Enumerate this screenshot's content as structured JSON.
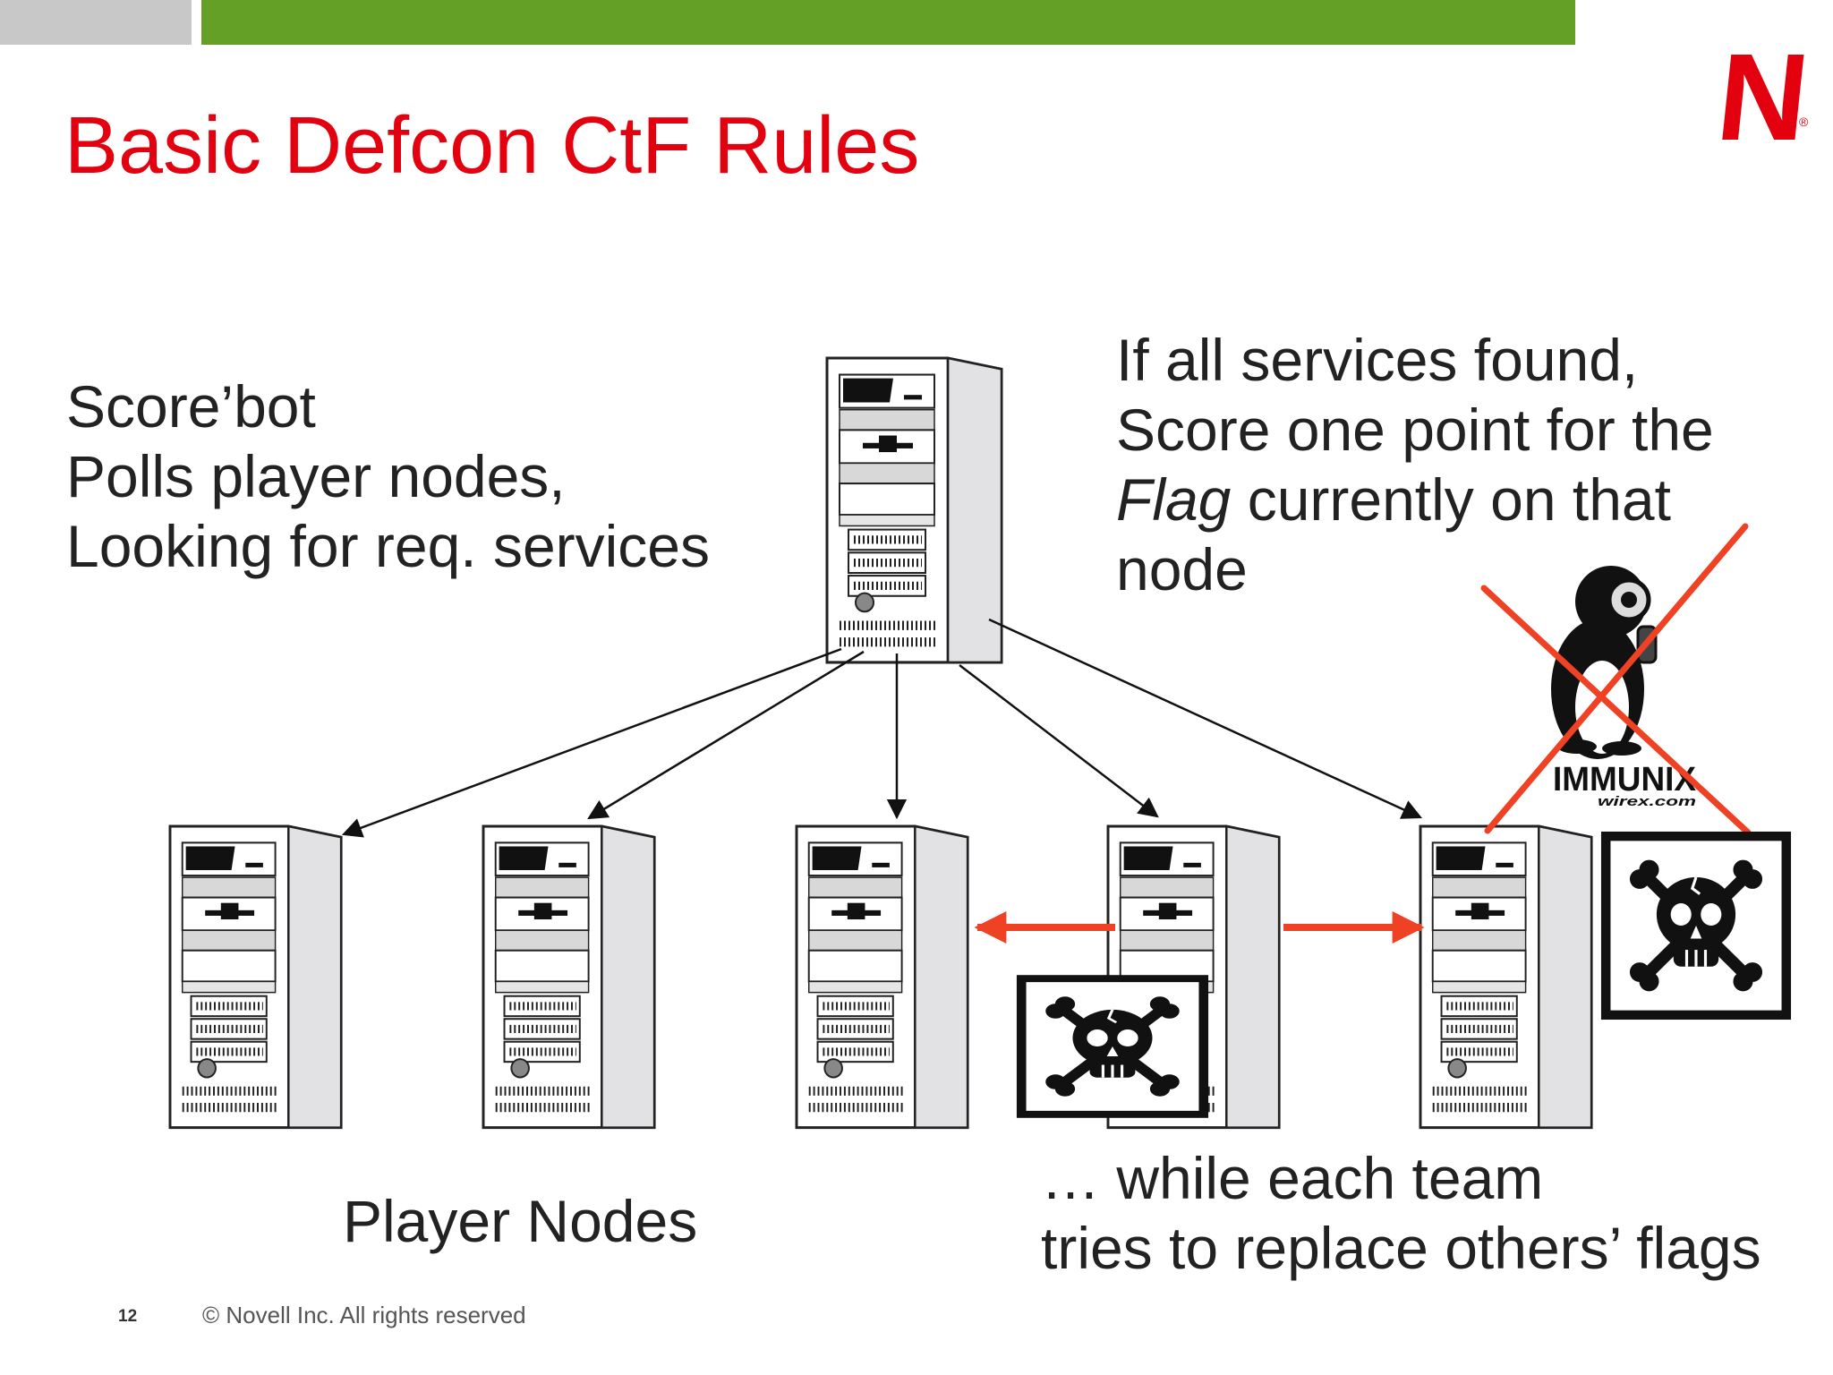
{
  "slide": {
    "title": "Basic Defcon CtF Rules",
    "logo": "N",
    "logo_mark": "®",
    "page_number": "12",
    "copyright": "© Novell Inc.  All rights reserved"
  },
  "scorebot": {
    "lines": [
      "Score’bot",
      "Polls player nodes,",
      "Looking for req. services"
    ]
  },
  "scoring": {
    "line1": "If all services found,",
    "line2": "Score one point for the",
    "line3_italic": "Flag",
    "line3_rest": " currently on that",
    "line4": "node"
  },
  "attack": {
    "lines": [
      "… while each team",
      "tries to replace others’ flags"
    ]
  },
  "player_nodes_label": "Player Nodes",
  "immunix": {
    "name": "IMMUNIX",
    "url": "wirex.com"
  },
  "colors": {
    "title_red": "#e3000f",
    "bar_green": "#65a026",
    "bar_gray": "#c8c8c8",
    "attack_arrow": "#ef4123",
    "text": "#222222"
  },
  "icons": [
    "server-tower-icon",
    "skull-crossbones-icon",
    "penguin-gasmask-icon"
  ]
}
